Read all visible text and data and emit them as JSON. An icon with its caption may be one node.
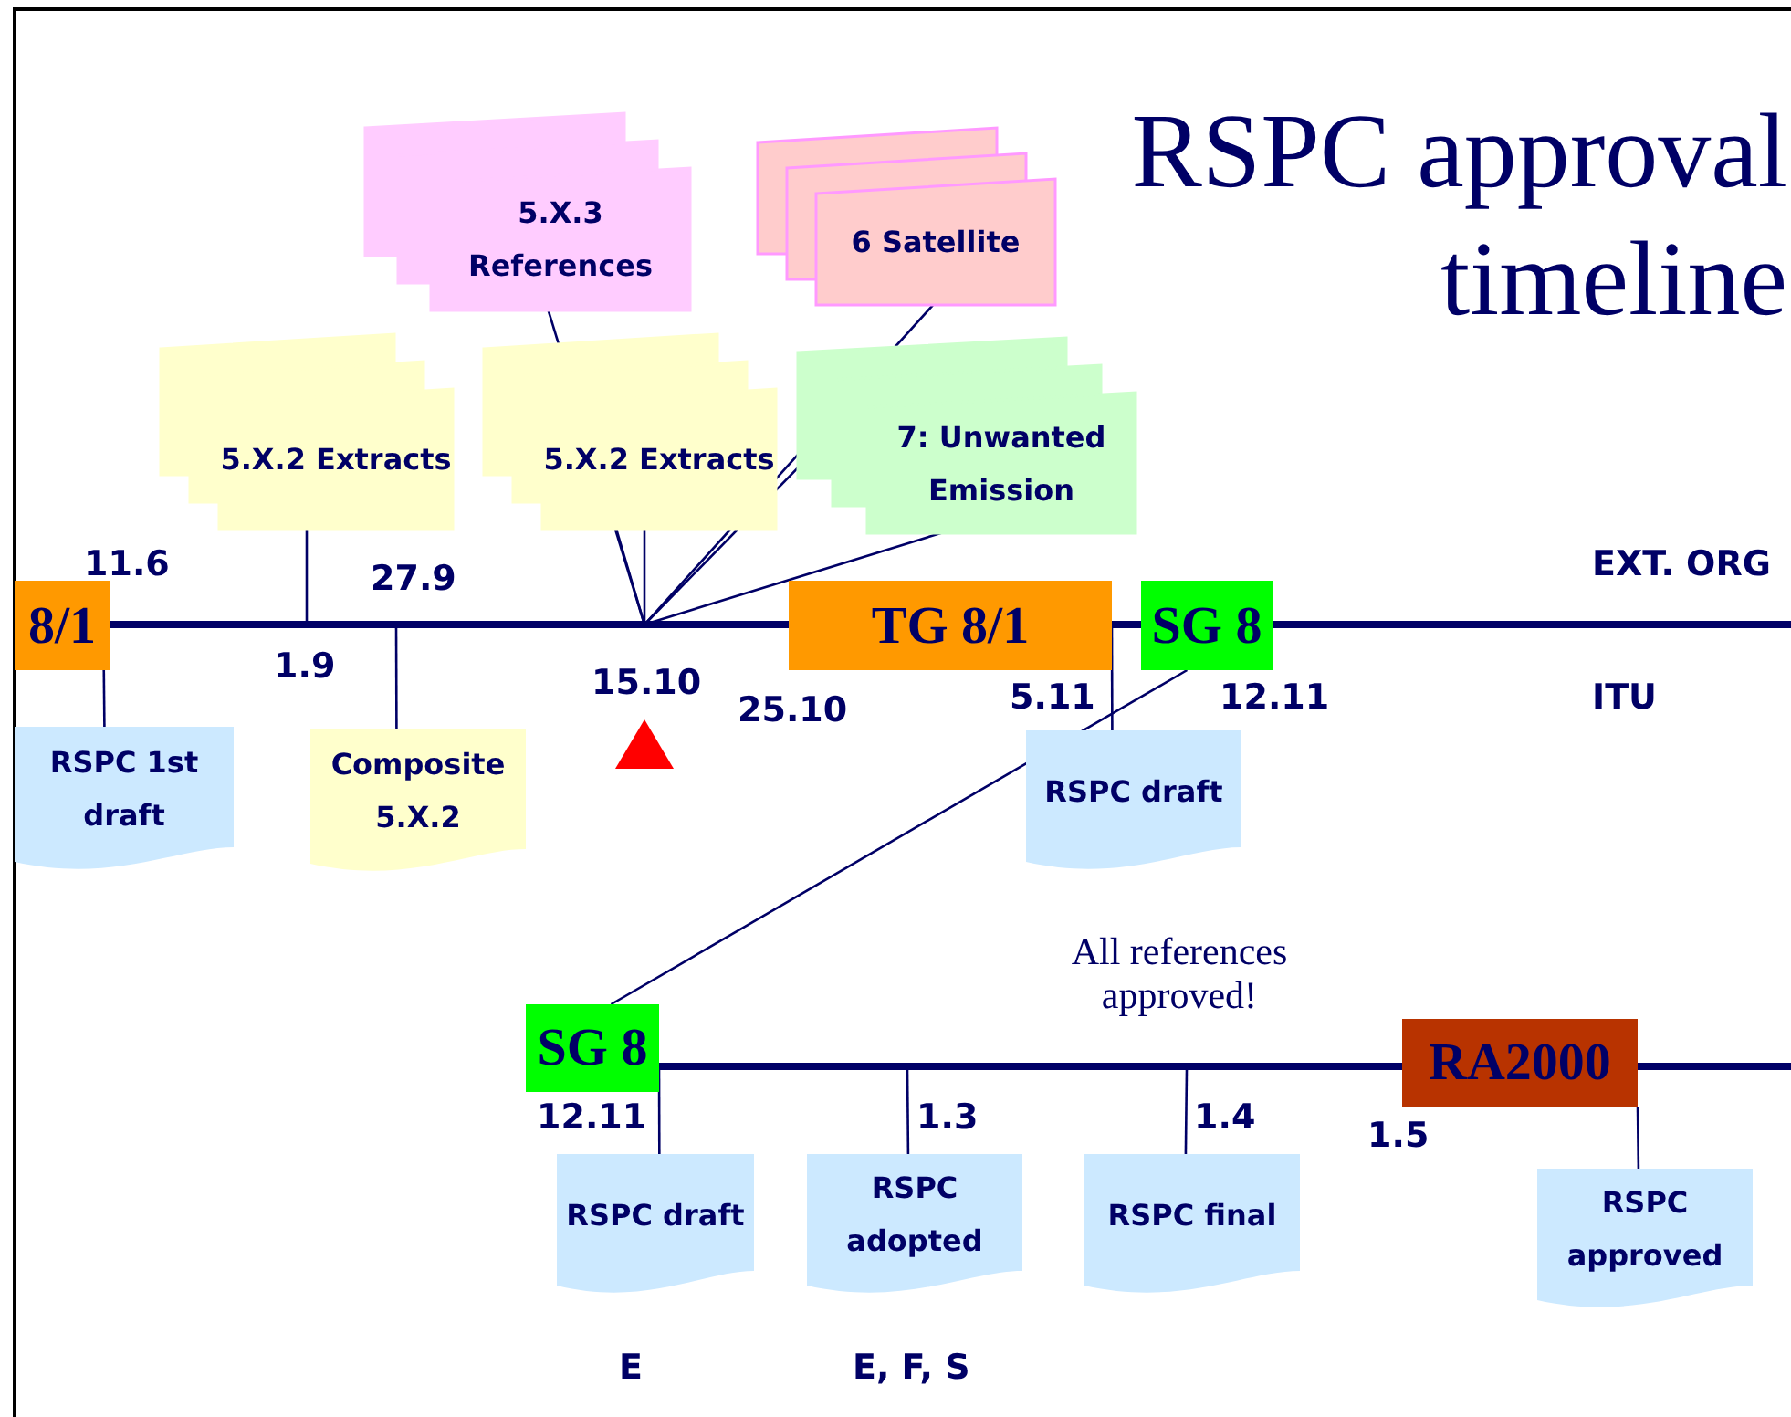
{
  "diagram": {
    "title": "RSPC approval timeline",
    "nodes": [
      {
        "text": [
          "8/1"
        ]
      },
      {
        "text": [
          "5.X.2 Extracts"
        ]
      },
      {
        "text": [
          "5.X.3 References"
        ]
      },
      {
        "text": [
          "5.X.2 Extracts"
        ]
      },
      {
        "text": [
          "6 Satellite"
        ]
      },
      {
        "text": [
          "7: Unwanted Emission"
        ]
      },
      {
        "text": [
          "TG 8/1"
        ]
      },
      {
        "text": [
          "SG 8"
        ]
      },
      {
        "text": [
          "RSPC 1st draft"
        ]
      },
      {
        "text": [
          "Composite 5.X.2"
        ]
      },
      {
        "text": [
          "RSPC draft"
        ]
      },
      {
        "text": [
          "SG 8"
        ]
      },
      {
        "text": [
          "RA2000"
        ]
      },
      {
        "text": [
          "RSPC draft"
        ]
      },
      {
        "text": [
          "RSPC adopted"
        ]
      },
      {
        "text": [
          "RSPC final"
        ]
      },
      {
        "text": [
          "RSPC approved"
        ]
      }
    ],
    "edges": [
      {
        "from": 0,
        "to": 8,
        "arrow": "none"
      },
      {
        "from": 1,
        "to": null,
        "arrow": "none"
      },
      {
        "from": null,
        "to": 9,
        "arrow": "none"
      },
      {
        "from": 2,
        "to": null,
        "arrow": "none"
      },
      {
        "from": 3,
        "to": null,
        "arrow": "none"
      },
      {
        "from": 3,
        "to": null,
        "arrow": "none"
      },
      {
        "from": 4,
        "to": null,
        "arrow": "none"
      },
      {
        "from": 5,
        "to": null,
        "arrow": "none"
      },
      {
        "from": 5,
        "to": null,
        "arrow": "none"
      },
      {
        "from": 6,
        "to": 10,
        "arrow": "none"
      },
      {
        "from": 7,
        "to": 11,
        "arrow": "none"
      },
      {
        "from": 11,
        "to": 13,
        "arrow": "none"
      },
      {
        "from": null,
        "to": 14,
        "arrow": "none"
      },
      {
        "from": null,
        "to": 15,
        "arrow": "none"
      },
      {
        "from": 12,
        "to": 16,
        "arrow": "none"
      }
    ],
    "labels": [
      "11.6",
      "27.9",
      "EXT. ORG",
      "1.9",
      "15.10",
      "25.10",
      "5.11",
      "12.11",
      "ITU",
      "All references approved!",
      "12.11",
      "1.3",
      "1.4",
      "1.5",
      "E",
      "E, F, S"
    ]
  }
}
